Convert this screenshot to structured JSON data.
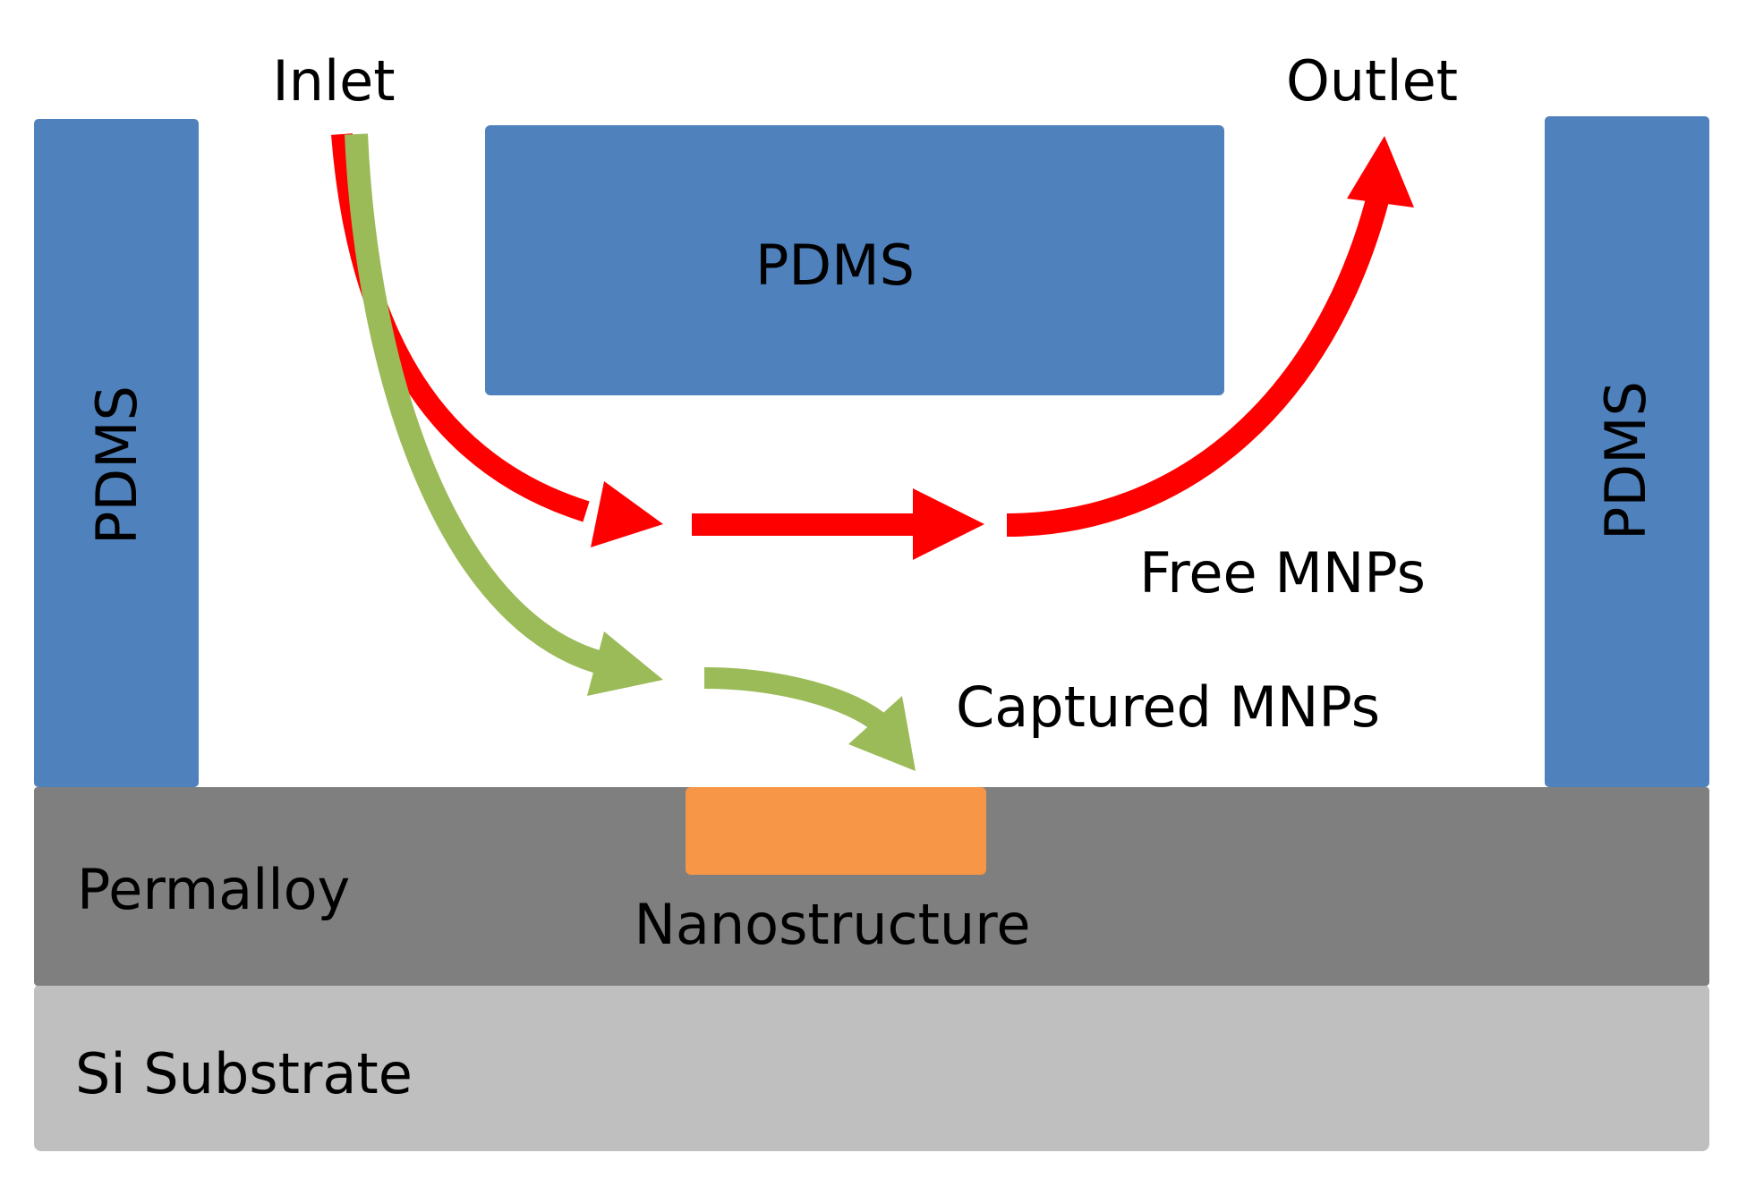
{
  "labels": {
    "inlet": "Inlet",
    "outlet": "Outlet",
    "pdms_top": "PDMS",
    "pdms_left": "PDMS",
    "pdms_right": "PDMS",
    "free_mnps": "Free MNPs",
    "captured_mnps": "Captured MNPs",
    "permalloy": "Permalloy",
    "nanostructure": "Nanostructure",
    "si_substrate": "Si Substrate"
  },
  "colors": {
    "pdms": "#4f81bd",
    "permalloy": "#7f7f7f",
    "substrate": "#bfbfbf",
    "nanostructure": "#f79646",
    "free_path": "#ff0000",
    "captured_path": "#9bbb59",
    "text": "#000000"
  }
}
